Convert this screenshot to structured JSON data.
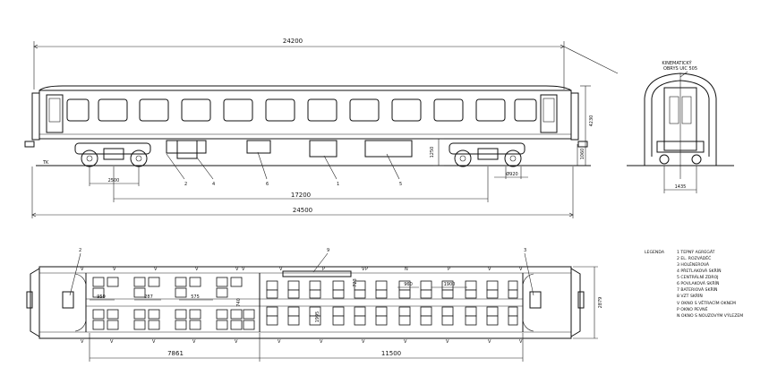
{
  "side_view": {
    "dim_total_top": "24200",
    "dim_total_bottom": "24500",
    "dim_bogie_base": "17200",
    "dim_bogie_wheelbase": "2500",
    "dim_wheel_diameter": "Ø920",
    "dim_height": "4230",
    "dim_floor_height": "1250",
    "dim_buffer_height": "1060",
    "rail_label": "TK",
    "callouts": [
      "2",
      "4",
      "6",
      "1",
      "5"
    ]
  },
  "end_view": {
    "gauge_label_1": "KINEMATICKÝ",
    "gauge_label_2": "OBRYS UIC 505",
    "dim_track_gauge": "1435"
  },
  "plan_view": {
    "callouts_top": [
      "2",
      "9",
      "3"
    ],
    "dim_width": "2879",
    "dims": [
      "959",
      "287",
      "575",
      "740",
      "1995",
      "723",
      "960",
      "1900"
    ],
    "dim_section_left": "7861",
    "dim_section_right": "11500",
    "marks_top": [
      "V",
      "V",
      "V",
      "V",
      "V",
      "V",
      "V",
      "P",
      "V",
      "P",
      "N",
      "P",
      "V",
      "V"
    ],
    "marks_bottom": [
      "V",
      "V",
      "V",
      "V",
      "V",
      "V",
      "V",
      "V",
      "V",
      "V",
      "V",
      "V"
    ]
  },
  "legend": {
    "title": "LEGENDA",
    "items": [
      "1  TEPNÝ AGREGÁT",
      "2  EL. ROZVÁDĚČ",
      "3  HOLÉNEROVÁ",
      "4  PŘETLAKOVÁ SKŘÍŇ",
      "5  CENTRÁLNÍ ZDROJ",
      "6  POVLAKOVÁ SKŘÍŇ",
      "7  BATERIOVÁ SKŘÍŇ",
      "8  VZT SKŘÍŇ",
      "V  OKNO S VĚTRACÍM OKNEM",
      "P  OKNO PEVNÉ",
      "N  OKNO S NOUZOVÝM VÝLEZEM"
    ]
  }
}
